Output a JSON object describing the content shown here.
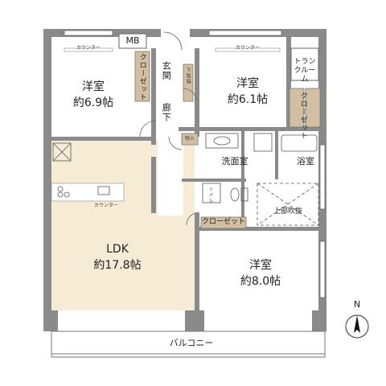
{
  "rooms": {
    "bedroom_nw": {
      "type": "洋室",
      "size": "約6.9帖"
    },
    "bedroom_ne": {
      "type": "洋室",
      "size": "約6.1帖"
    },
    "bedroom_se": {
      "type": "洋室",
      "size": "約8.0帖"
    },
    "ldk": {
      "type": "LDK",
      "size": "約17.8帖"
    },
    "entrance": "玄関",
    "hallway": "廊下",
    "washroom": "洗面室",
    "bath": "浴室",
    "trunk_room": "トランクルーム",
    "void": "上部吹抜",
    "balcony": "バルコニー"
  },
  "fixtures": {
    "mb": "MB",
    "closet_nw": "クローゼット",
    "closet_ne": "クローゼット",
    "closet_se": "クローゼット",
    "shoe_cabinet": "下駄箱",
    "counter_nw": "カウンター",
    "counter_ne": "カウンター",
    "counter_kitchen": "カウンター",
    "storage": "物入",
    "toilet": "トイレ"
  },
  "compass": {
    "north": "N"
  },
  "colors": {
    "wall": "#8a8a8a",
    "wood_floor": "#f6ecd6",
    "room_floor": "#ffffff",
    "closet": "#d2bfa1",
    "wet_area": "#ffffff"
  }
}
